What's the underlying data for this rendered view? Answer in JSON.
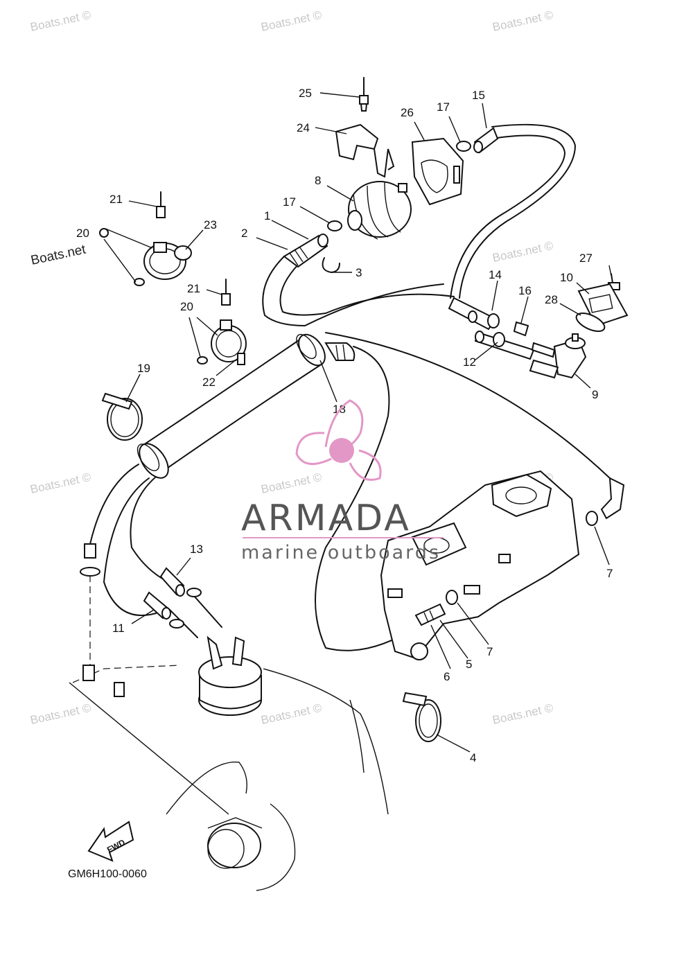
{
  "watermark": {
    "site_text": "Boats.net",
    "copyright_symbol": "©"
  },
  "brand": {
    "name": "ARMADA",
    "tagline": "marine outboards",
    "logo_color": "#e397c6"
  },
  "diagram": {
    "part_numbers": [
      "1",
      "2",
      "3",
      "4",
      "5",
      "6",
      "7",
      "7",
      "8",
      "9",
      "10",
      "11",
      "12",
      "13",
      "14",
      "15",
      "16",
      "17",
      "17",
      "18",
      "19",
      "20",
      "20",
      "21",
      "21",
      "22",
      "23",
      "24",
      "25",
      "26",
      "27",
      "28"
    ],
    "direction_marker": "FWD",
    "drawing_code": "GM6H100-0060"
  }
}
